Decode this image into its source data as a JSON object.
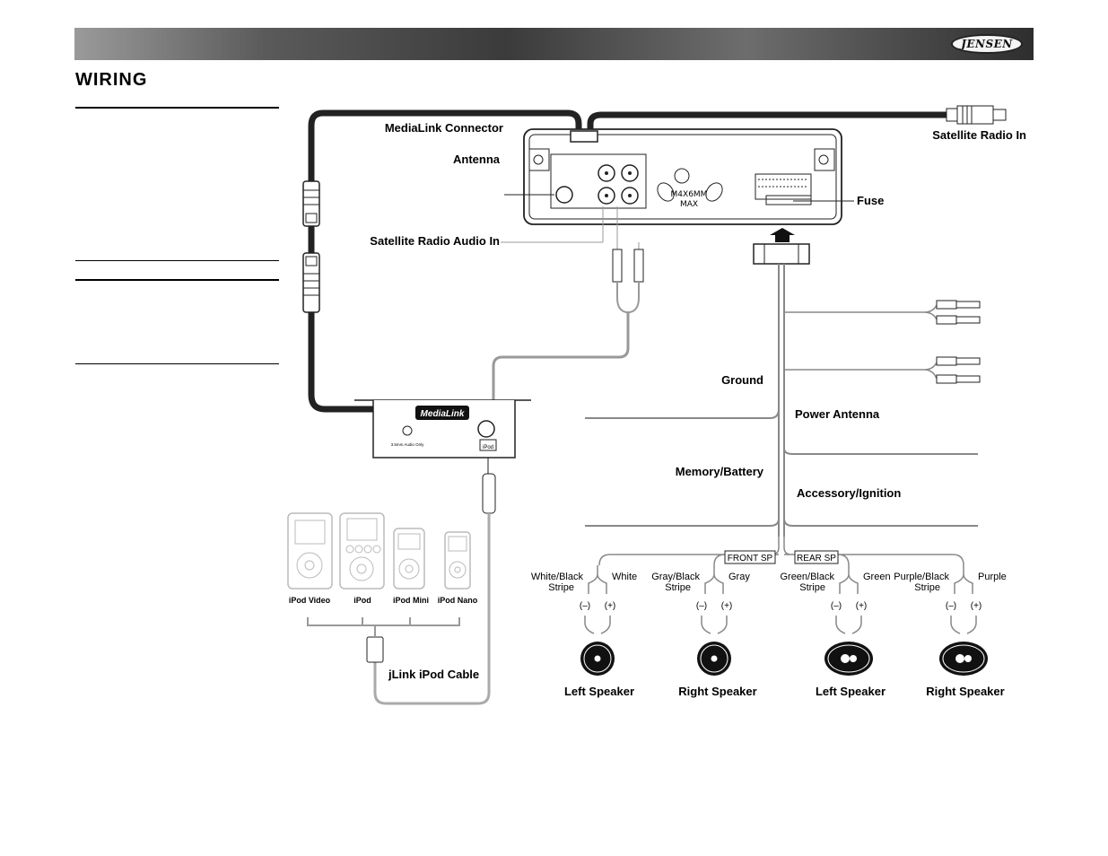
{
  "header": {
    "brand": "JENSEN"
  },
  "page_title": "WIRING",
  "labels": {
    "medialink_connector": "MediaLink Connector",
    "antenna": "Antenna",
    "satellite_radio_audio_in": "Satellite Radio Audio In",
    "satellite_radio_in": "Satellite Radio In",
    "fuse": "Fuse",
    "ground": "Ground",
    "power_antenna": "Power Antenna",
    "memory_battery": "Memory/Battery",
    "accessory_ignition": "Accessory/Ignition",
    "front_sp": "FRONT SP",
    "rear_sp": "REAR SP",
    "jlink_cable": "jLink iPod Cable",
    "medialink_logo": "MediaLink",
    "audio_only": "3.5mm Audio Only",
    "ipod_port": "iPod",
    "max_label": "MAX",
    "head_unit_model": "M4X6MM"
  },
  "ipods": [
    {
      "name": "iPod Video"
    },
    {
      "name": "iPod"
    },
    {
      "name": "iPod Mini"
    },
    {
      "name": "iPod Nano"
    }
  ],
  "speakers": [
    {
      "neg_wire": "White/Black\nStripe",
      "pos_wire": "White",
      "neg": "(–)",
      "pos": "(+)",
      "name": "Left Speaker"
    },
    {
      "neg_wire": "Gray/Black\nStripe",
      "pos_wire": "Gray",
      "neg": "(–)",
      "pos": "(+)",
      "name": "Right Speaker"
    },
    {
      "neg_wire": "Green/Black\nStripe",
      "pos_wire": "Green",
      "neg": "(–)",
      "pos": "(+)",
      "name": "Left Speaker"
    },
    {
      "neg_wire": "Purple/Black\nStripe",
      "pos_wire": "Purple",
      "neg": "(–)",
      "pos": "(+)",
      "name": "Right Speaker"
    }
  ]
}
